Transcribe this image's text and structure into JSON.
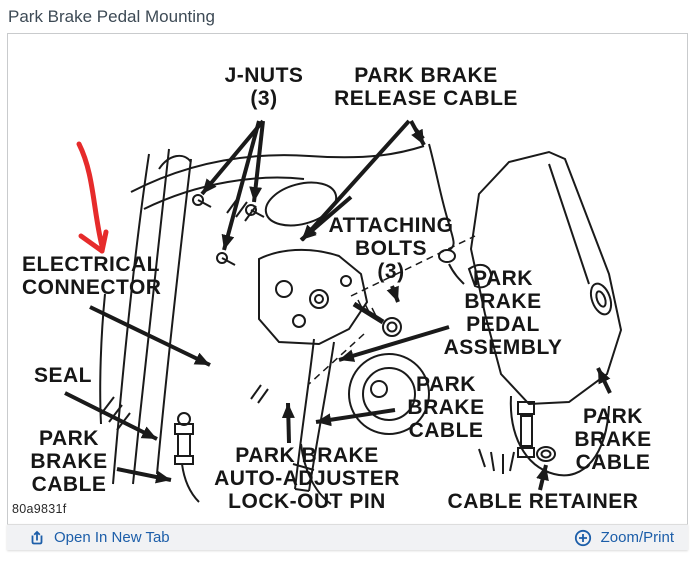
{
  "page": {
    "title": "Park Brake Pedal Mounting"
  },
  "figure": {
    "code": "80a9831f"
  },
  "labels": {
    "j_nuts": [
      "J-NUTS",
      "(3)"
    ],
    "release_cable": [
      "PARK BRAKE",
      "RELEASE CABLE"
    ],
    "attaching_bolts": [
      "ATTACHING",
      "BOLTS",
      "(3)"
    ],
    "electrical_connector": [
      "ELECTRICAL",
      "CONNECTOR"
    ],
    "pedal_assembly": [
      "PARK",
      "BRAKE",
      "PEDAL",
      "ASSEMBLY"
    ],
    "seal": [
      "SEAL"
    ],
    "cable_lower_left": [
      "PARK",
      "BRAKE",
      "CABLE"
    ],
    "cable_middle": [
      "PARK",
      "BRAKE",
      "CABLE"
    ],
    "auto_adjuster": [
      "PARK BRAKE",
      "AUTO-ADJUSTER",
      "LOCK-OUT PIN"
    ],
    "cable_right": [
      "PARK",
      "BRAKE",
      "CABLE"
    ],
    "cable_retainer": [
      "CABLE RETAINER"
    ]
  },
  "toolbar": {
    "open_in_new_tab": "Open In New Tab",
    "zoom_print": "Zoom/Print"
  },
  "colors": {
    "annotation_red": "#e62b2b",
    "link_blue": "#1c5ea9",
    "ink": "#1a1a1a"
  }
}
